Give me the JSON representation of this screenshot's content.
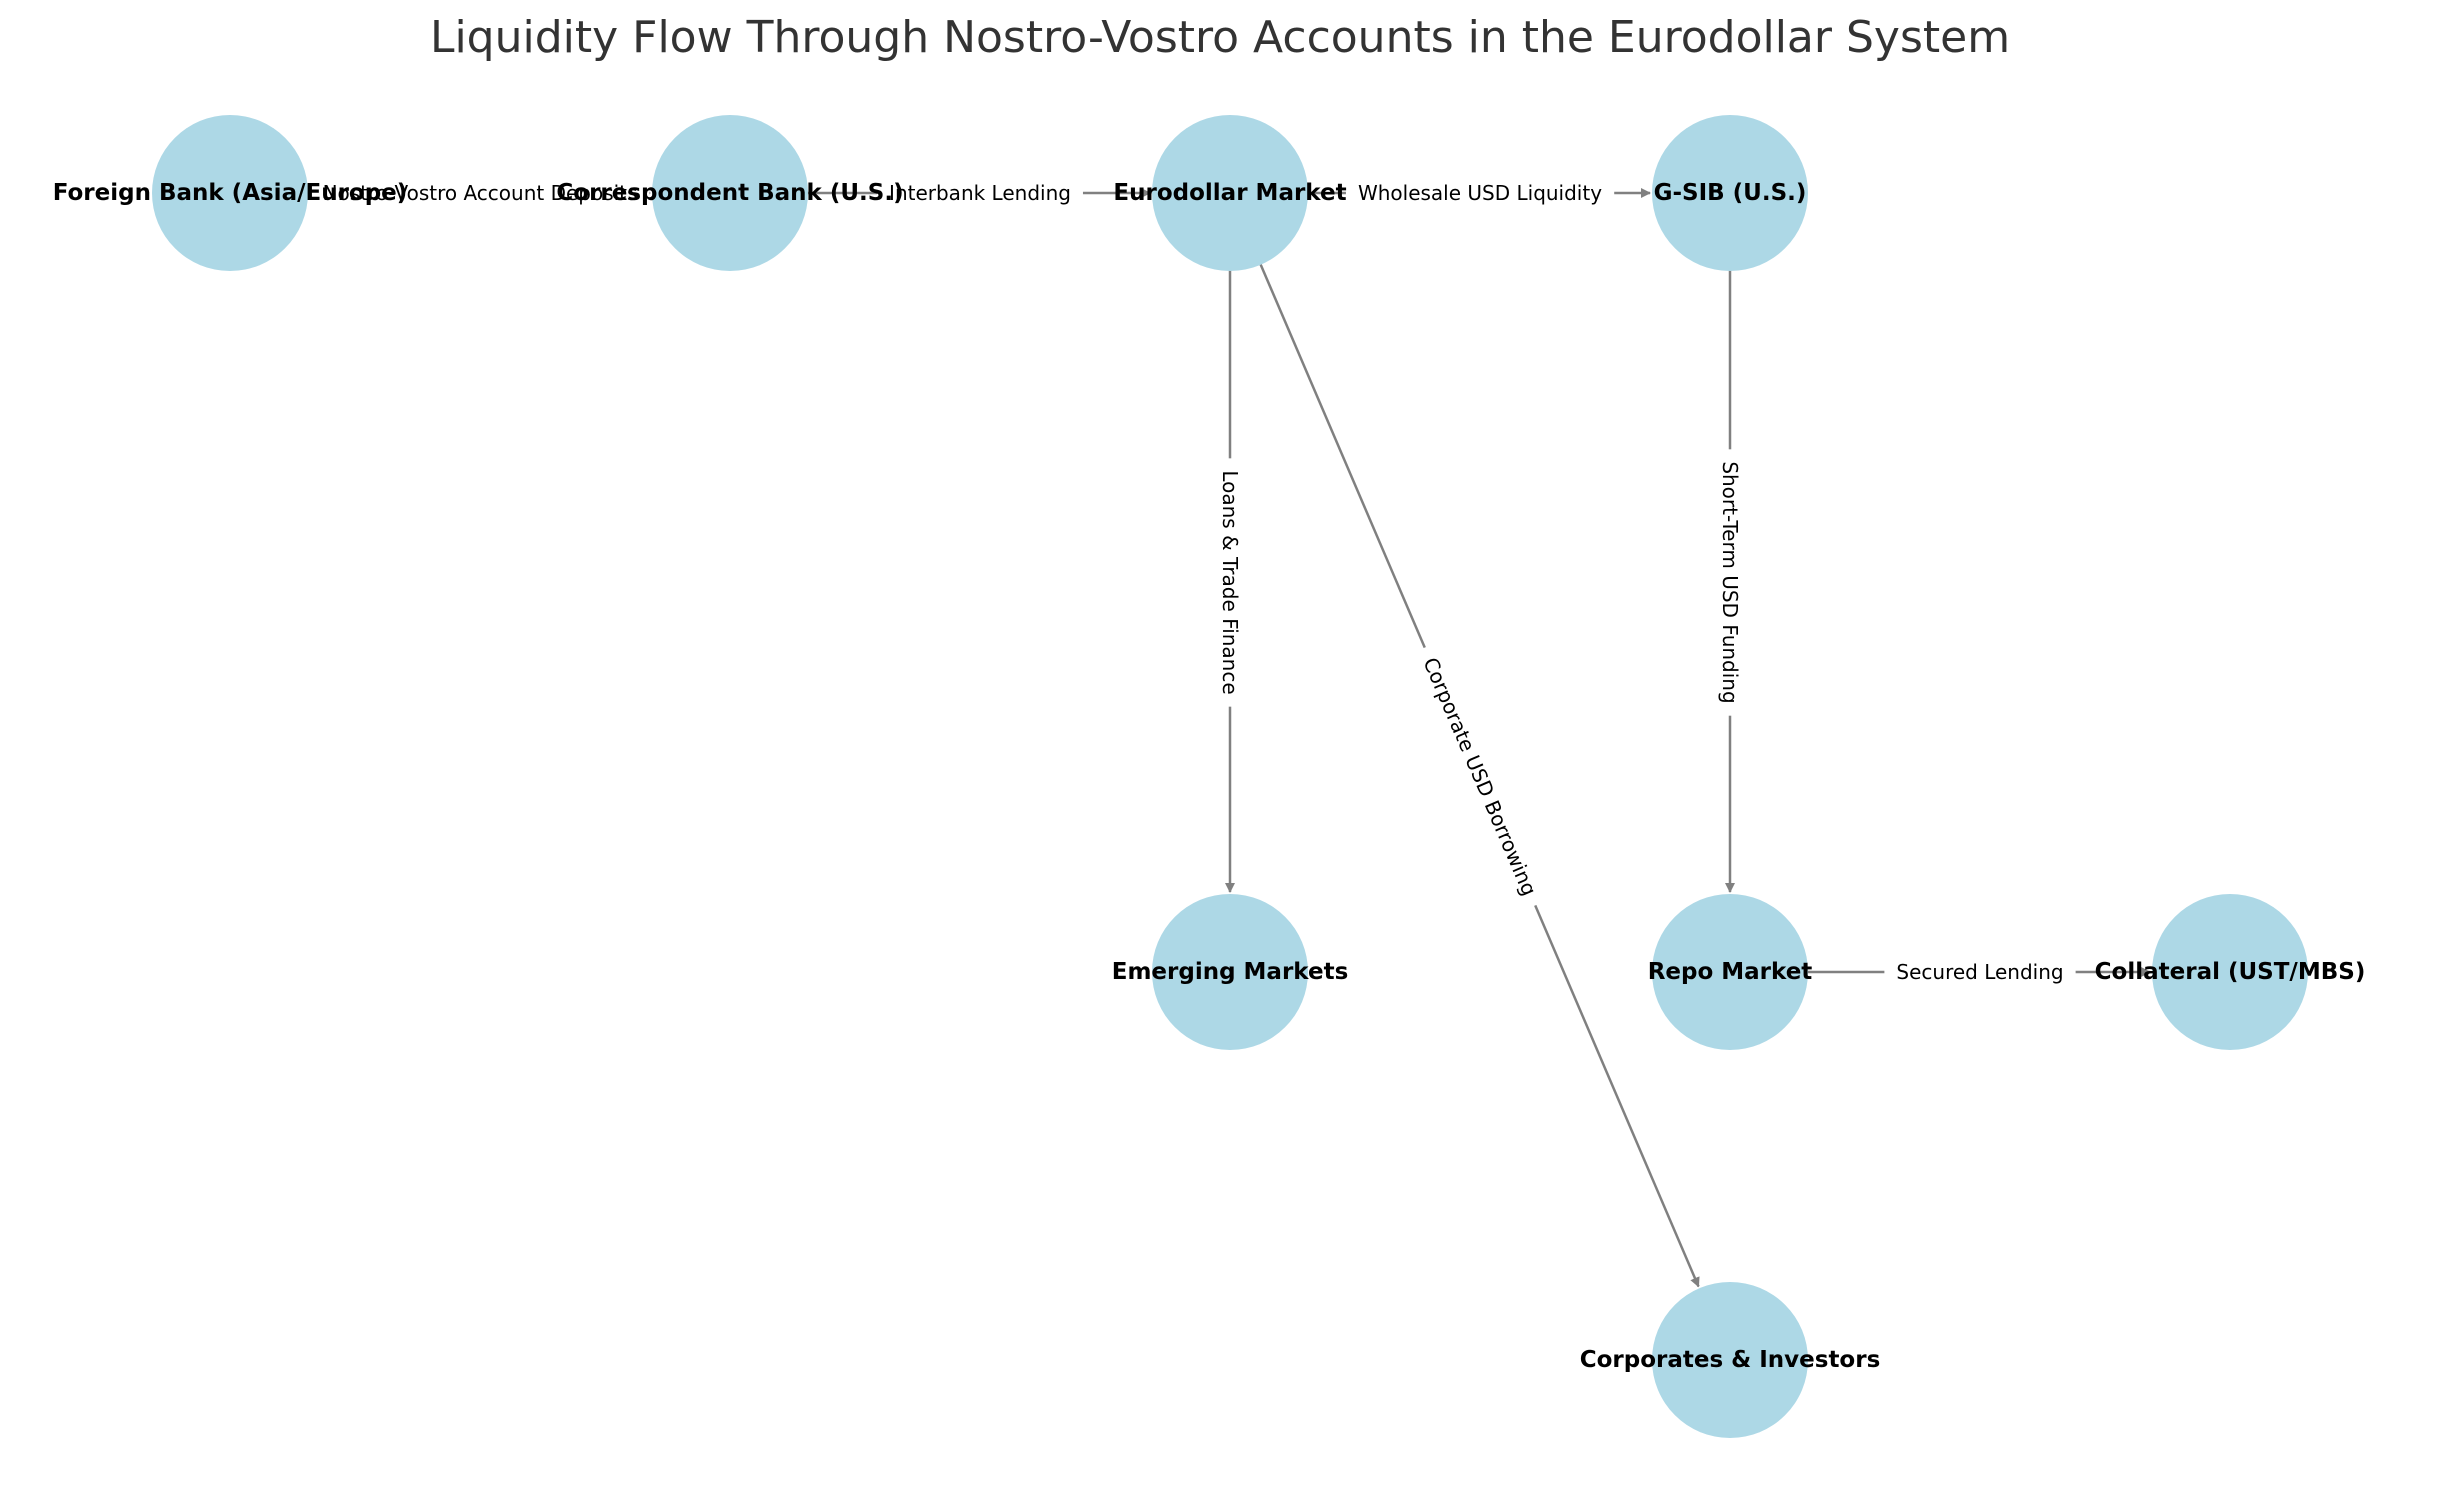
{
  "title": "Liquidity Flow Through Nostro-Vostro Accounts in the Eurodollar System",
  "colors": {
    "node_fill": "#add8e6",
    "edge": "#808080",
    "label_bg": "#ffffff",
    "title": "#333333"
  },
  "nodes": [
    {
      "id": "foreign",
      "label": "Foreign Bank (Asia/Europe)"
    },
    {
      "id": "correspondent",
      "label": "Correspondent Bank (U.S.)"
    },
    {
      "id": "eurodollar",
      "label": "Eurodollar Market"
    },
    {
      "id": "gsib",
      "label": "G-SIB (U.S.)"
    },
    {
      "id": "emerging",
      "label": "Emerging Markets"
    },
    {
      "id": "repo",
      "label": "Repo Market"
    },
    {
      "id": "collateral",
      "label": "Collateral (UST/MBS)"
    },
    {
      "id": "corporates",
      "label": "Corporates & Investors"
    }
  ],
  "edges": [
    {
      "from": "foreign",
      "to": "correspondent",
      "label": "Nostro-Vostro Account Deposits"
    },
    {
      "from": "correspondent",
      "to": "eurodollar",
      "label": "Interbank Lending"
    },
    {
      "from": "eurodollar",
      "to": "gsib",
      "label": "Wholesale USD Liquidity"
    },
    {
      "from": "eurodollar",
      "to": "emerging",
      "label": "Loans & Trade Finance"
    },
    {
      "from": "eurodollar",
      "to": "corporates",
      "label": "Corporate USD Borrowing"
    },
    {
      "from": "gsib",
      "to": "repo",
      "label": "Short-Term USD Funding"
    },
    {
      "from": "repo",
      "to": "collateral",
      "label": "Secured Lending"
    }
  ]
}
